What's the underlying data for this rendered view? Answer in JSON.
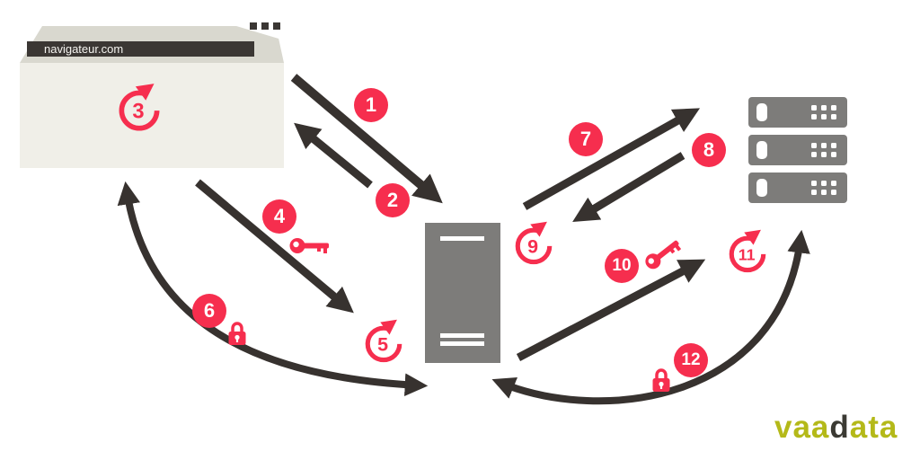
{
  "diagram": {
    "browser": {
      "url": "navigateur.com"
    },
    "steps": [
      "1",
      "2",
      "3",
      "4",
      "5",
      "6",
      "7",
      "8",
      "9",
      "10",
      "11",
      "12"
    ],
    "logo": {
      "part1": "vaa",
      "part2": "d",
      "part3": "ata"
    },
    "colors": {
      "accent": "#f62e4e",
      "arrow": "#37322f",
      "server": "#7d7c7a",
      "browser_body": "#f0efe8",
      "browser_header": "#d9d8cf",
      "address_bar": "#3b3734",
      "address_text": "#f5f4f0",
      "logo_green": "#b4b919",
      "logo_dark": "#3b3a33"
    }
  }
}
